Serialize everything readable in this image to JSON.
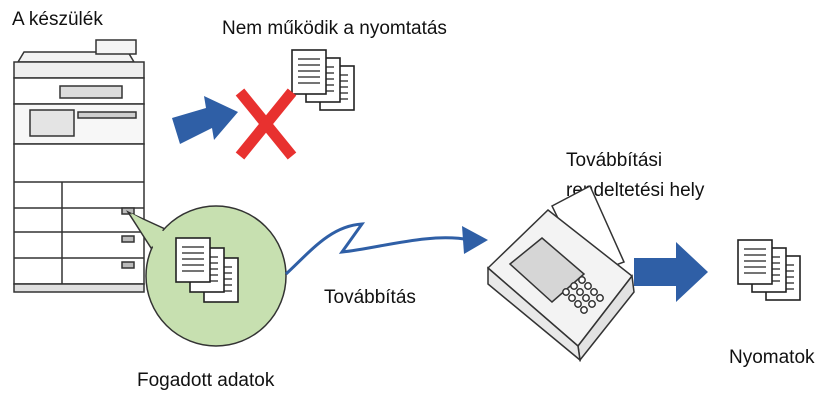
{
  "labels": {
    "device": "A készülék",
    "print_failed": "Nem működik a nyomtatás",
    "destination_line1": "Továbbítási",
    "destination_line2": "rendeltetési hely",
    "forwarding": "Továbbítás",
    "received_data": "Fogadott adatok",
    "printouts": "Nyomatok"
  },
  "colors": {
    "arrow_blue": "#2f5fa6",
    "cross_red": "#e8312f",
    "bubble_green": "#c7e0b0",
    "outline": "#222222"
  }
}
